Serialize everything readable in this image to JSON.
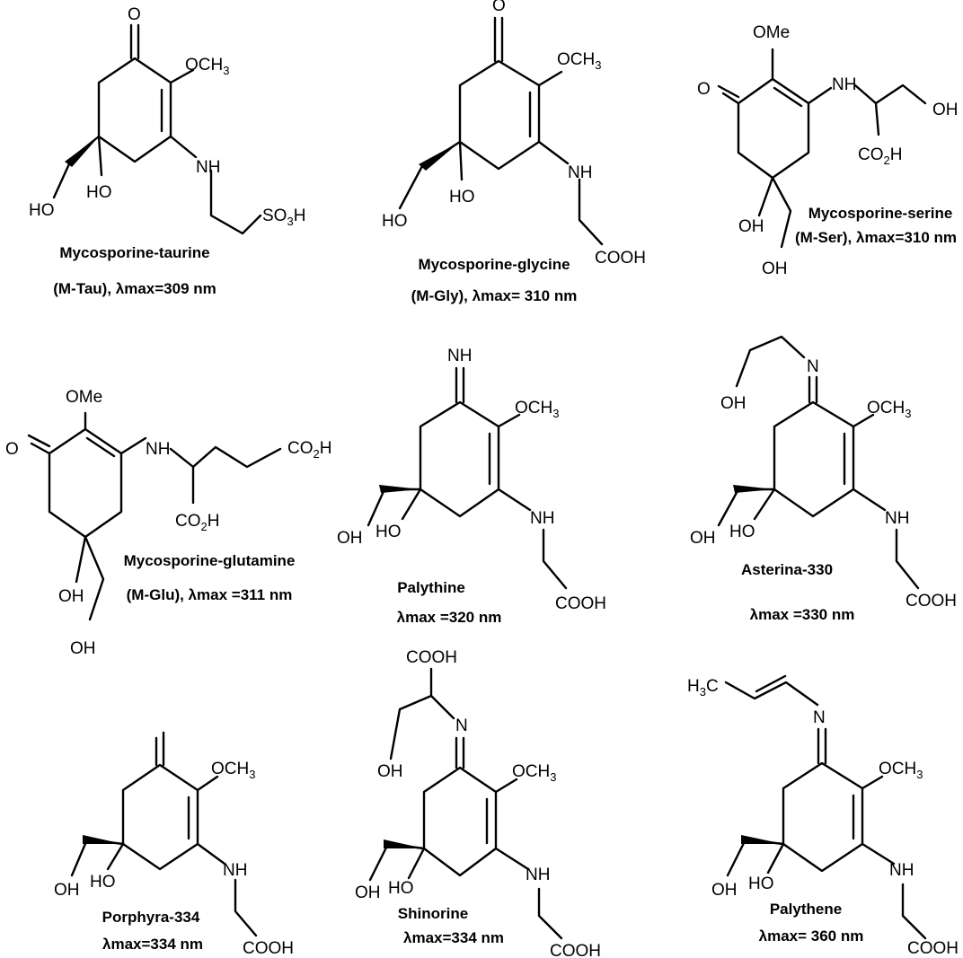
{
  "molecules": [
    {
      "name": "Mycosporine-taurine",
      "abbr": "(M-Tau), λmax=309 nm",
      "atoms": {
        "o_top": "O",
        "ome": "OCH",
        "ome_sub": "3",
        "nh": "NH",
        "ho_left": "HO",
        "ho_center": "HO",
        "so3h_a": "SO",
        "so3h_sub": "3",
        "so3h_b": "H"
      }
    },
    {
      "name": "Mycosporine-glycine",
      "abbr": "(M-Gly), λmax= 310 nm",
      "atoms": {
        "o_top": "O",
        "ome": "OCH",
        "ome_sub": "3",
        "nh": "NH",
        "ho_left": "HO",
        "ho_center": "HO",
        "cooh": "COOH"
      }
    },
    {
      "name": "Mycosporine-serine",
      "abbr": "(M-Ser), λmax=310 nm",
      "atoms": {
        "ome": "OMe",
        "o_left": "O",
        "nh": "NH",
        "oh_right": "OH",
        "co2h_a": "CO",
        "co2h_sub": "2",
        "co2h_b": "H",
        "oh_ring": "OH",
        "oh_bottom": "OH"
      }
    },
    {
      "name": "Mycosporine-glutamine",
      "abbr": "(M-Glu), λmax =311 nm",
      "atoms": {
        "ome": "OMe",
        "o_left": "O",
        "nh": "NH",
        "co2h_top_a": "CO",
        "co2h_top_sub": "2",
        "co2h_top_b": "H",
        "co2h_a": "CO",
        "co2h_sub": "2",
        "co2h_b": "H",
        "oh_ring": "OH",
        "oh_bottom": "OH"
      }
    },
    {
      "name": "Palythine",
      "abbr": "λmax =320 nm",
      "atoms": {
        "nh_top": "NH",
        "ome": "OCH",
        "ome_sub": "3",
        "nh": "NH",
        "oh_left": "OH",
        "ho_center": "HO",
        "cooh": "COOH"
      }
    },
    {
      "name": "Asterina-330",
      "abbr": "λmax =330 nm",
      "atoms": {
        "n_top": "N",
        "oh_top": "OH",
        "ome": "OCH",
        "ome_sub": "3",
        "nh": "NH",
        "oh_left": "OH",
        "ho_center": "HO",
        "cooh": "COOH"
      }
    },
    {
      "name": "Porphyra-334",
      "abbr": "λmax=334 nm",
      "atoms": {
        "ome": "OCH",
        "ome_sub": "3",
        "nh": "NH",
        "oh_left": "OH",
        "ho_center": "HO",
        "cooh": "COOH"
      }
    },
    {
      "name": "Shinorine",
      "abbr": "λmax=334 nm",
      "atoms": {
        "cooh_top": "COOH",
        "n_top": "N",
        "oh_top": "OH",
        "ome": "OCH",
        "ome_sub": "3",
        "nh": "NH",
        "oh_left": "OH",
        "ho_center": "HO",
        "cooh": "COOH"
      }
    },
    {
      "name": "Palythene",
      "abbr": "λmax= 360 nm",
      "atoms": {
        "h3c_a": "H",
        "h3c_sub": "3",
        "h3c_b": "C",
        "n_top": "N",
        "ome": "OCH",
        "ome_sub": "3",
        "nh": "NH",
        "oh_left": "OH",
        "ho_center": "HO",
        "cooh": "COOH"
      }
    }
  ]
}
